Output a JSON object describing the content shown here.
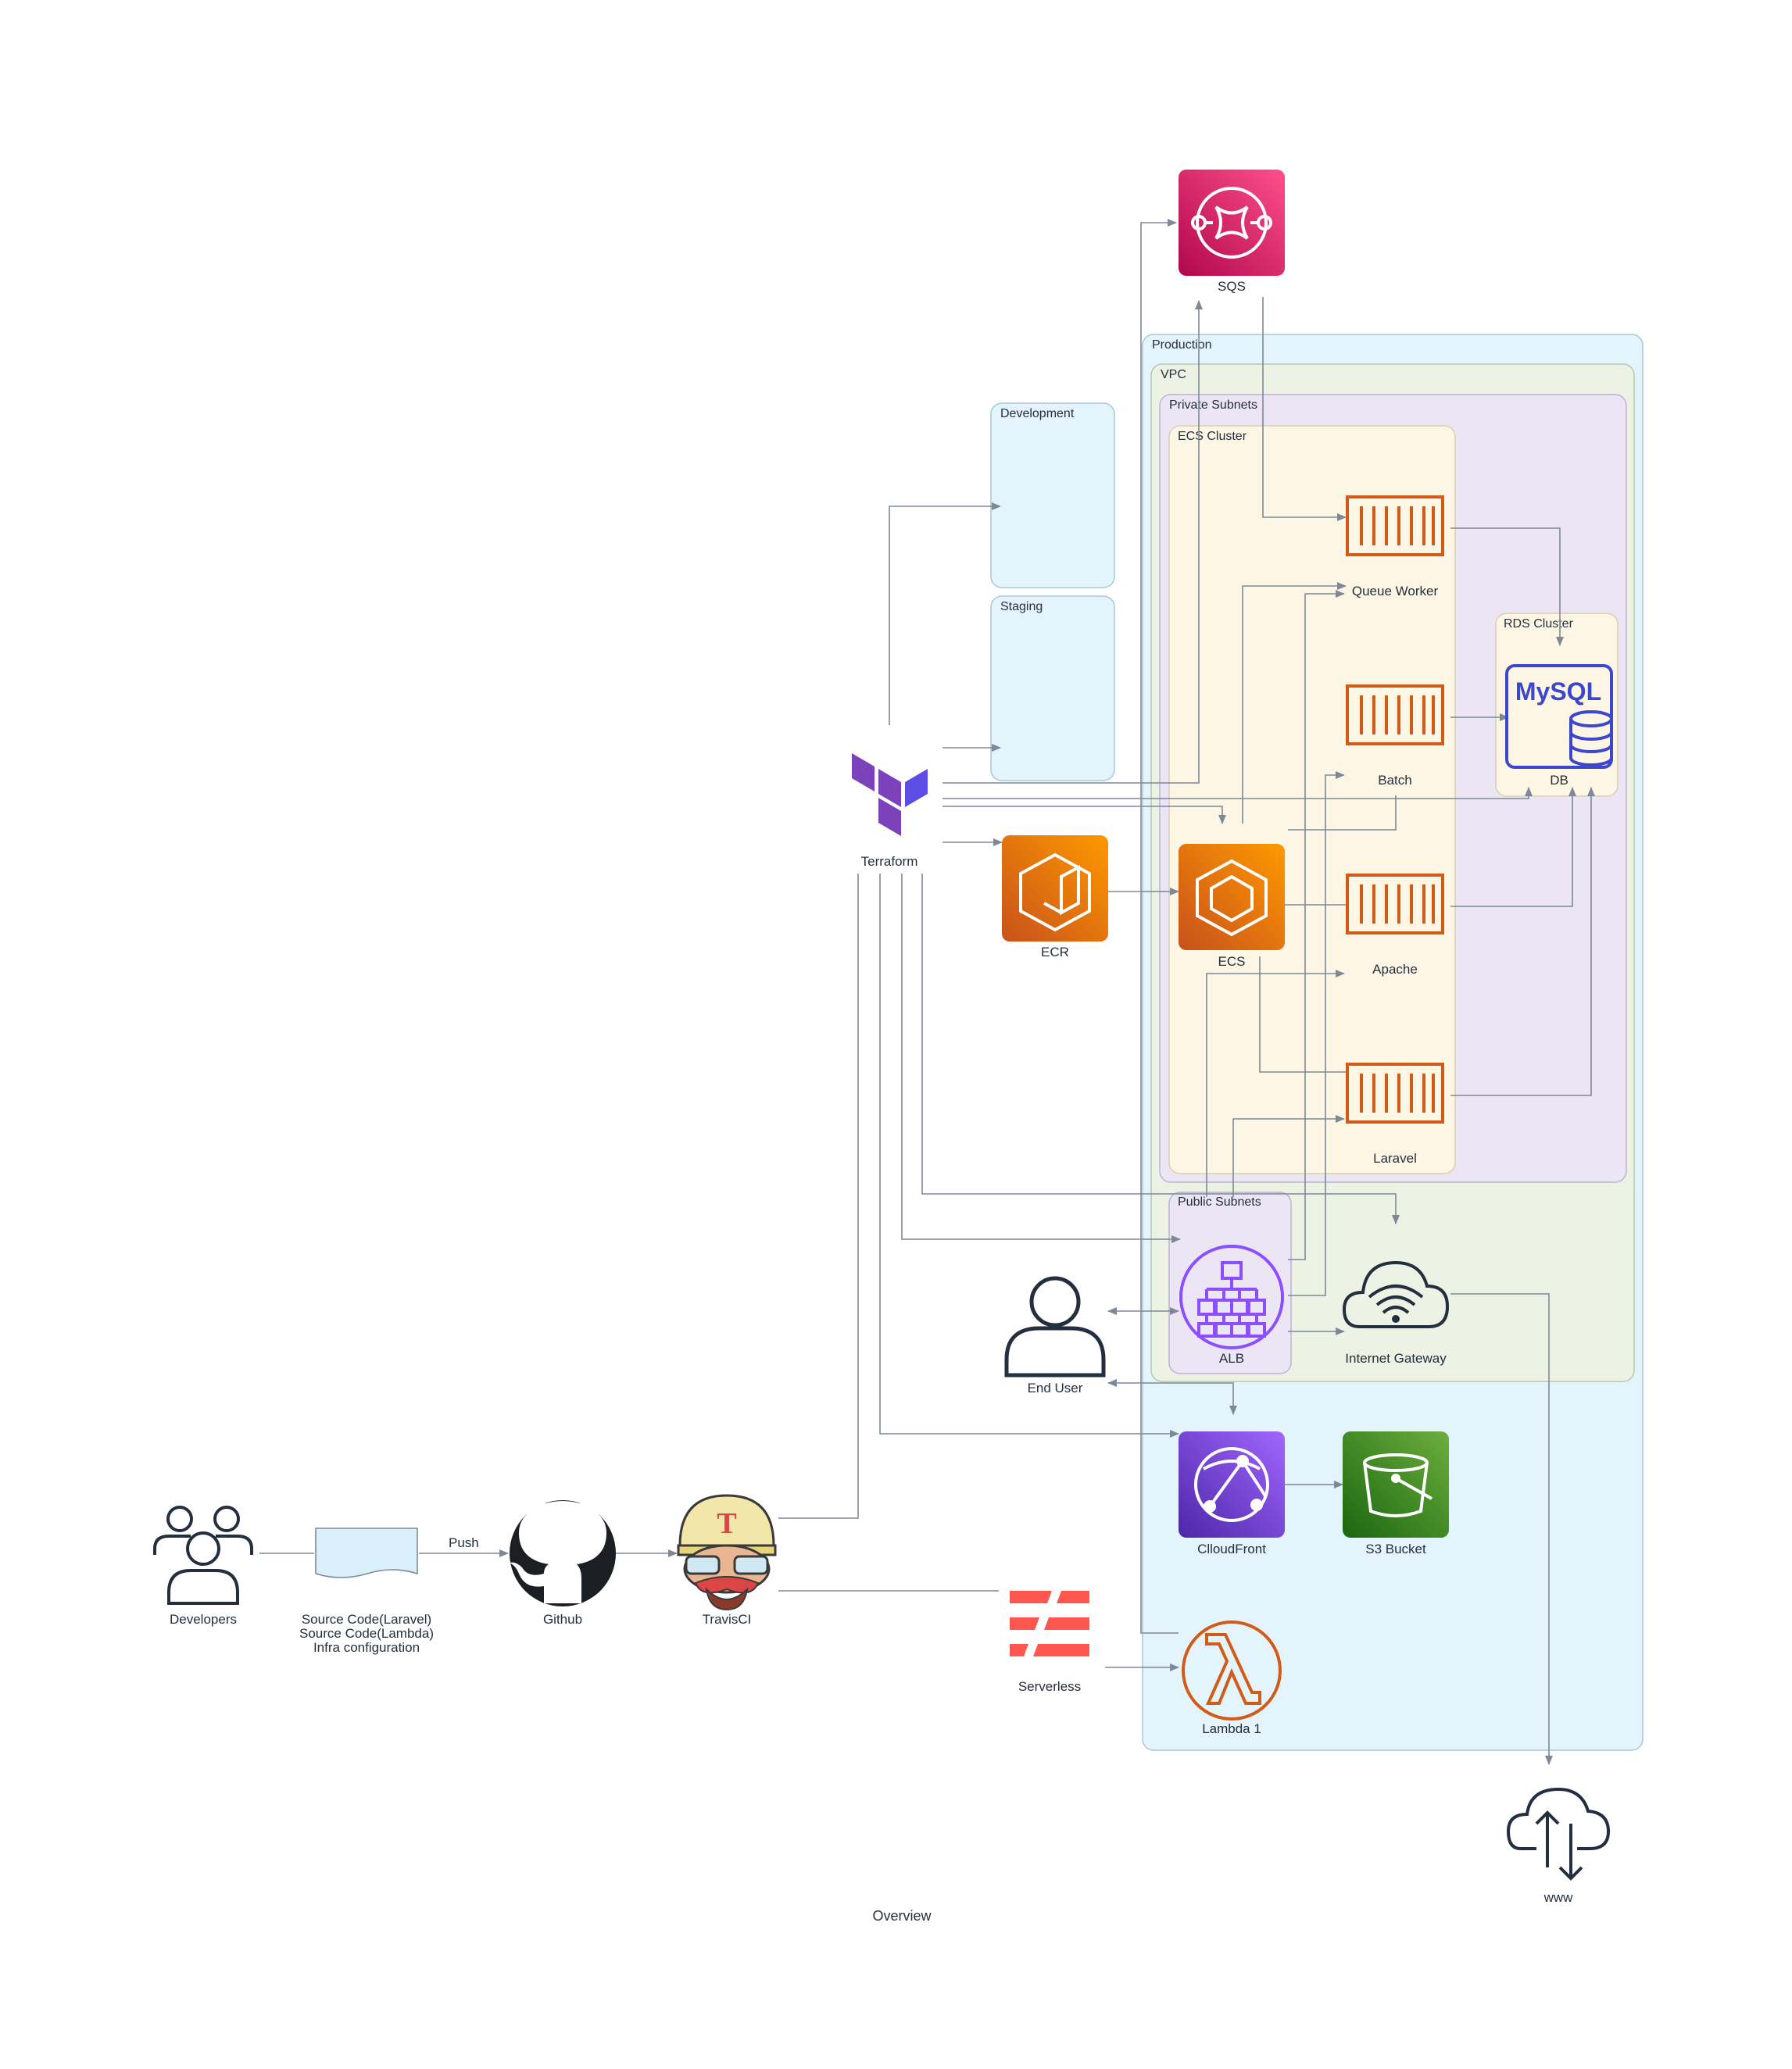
{
  "caption": "Overview",
  "groups": {
    "production": "Production",
    "vpc": "VPC",
    "private_subnets": "Private Subnets",
    "ecs_cluster": "ECS Cluster",
    "rds_cluster": "RDS Cluster",
    "public_subnets": "Public Subnets",
    "development": "Development",
    "staging": "Staging"
  },
  "nodes": {
    "sqs": "SQS",
    "queue_worker": "Queue Worker",
    "batch": "Batch",
    "apache": "Apache",
    "laravel": "Laravel",
    "db": "DB",
    "mysql_text": "MySQL",
    "terraform": "Terraform",
    "ecr": "ECR",
    "ecs": "ECS",
    "alb": "ALB",
    "internet_gateway": "Internet Gateway",
    "end_user": "End User",
    "cloudfront": "ClloudFront",
    "s3": "S3 Bucket",
    "developers": "Developers",
    "source_line1": "Source Code(Laravel)",
    "source_line2": "Source Code(Lambda)",
    "source_line3": "Infra configuration",
    "github": "Github",
    "travisci": "TravisCI",
    "serverless": "Serverless",
    "lambda": "Lambda 1",
    "www": "www"
  },
  "edges": {
    "push_label": "Push"
  },
  "colors": {
    "sqs": "#e7157b",
    "ecr": "#ed7100",
    "ecs": "#ed7100",
    "container": "#d05c17",
    "mysql": "#3b48cc",
    "alb": "#8c4fff",
    "cloudfront": "#8c4fff",
    "s3": "#3f8624",
    "lambda": "#d05c17",
    "terraform": "#7b42bc",
    "serverless": "#fd5750",
    "edge": "#7d8998"
  }
}
